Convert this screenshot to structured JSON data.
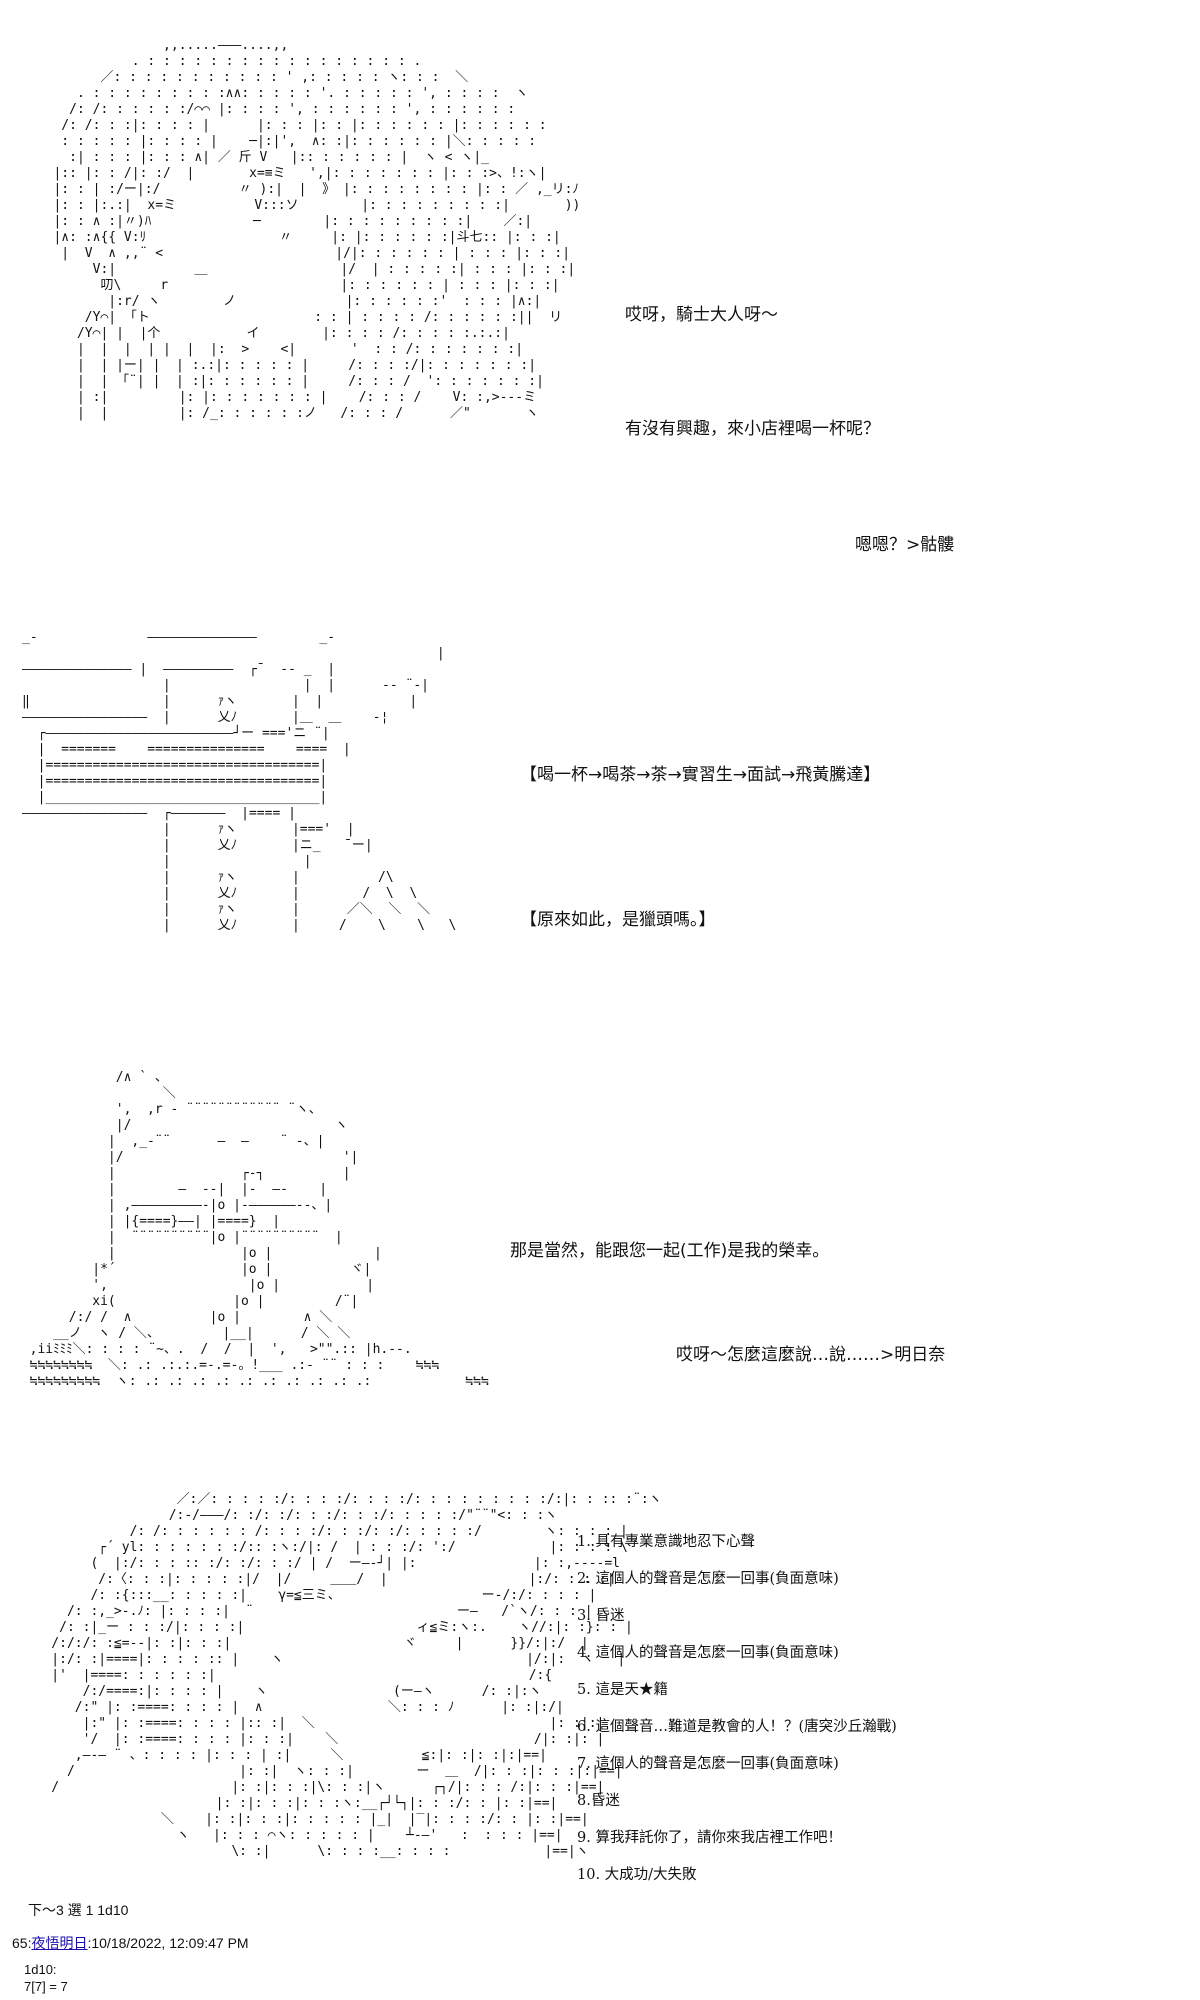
{
  "panel1": {
    "line1": "哎呀，騎士大人呀～",
    "line2": "有沒有興趣，來小店裡喝一杯呢？",
    "line3": "嗯嗯？>骷髏"
  },
  "panel2": {
    "line1": "【喝一杯→喝茶→茶→實習生→面試→飛黃騰達】",
    "line2": "【原來如此，是獵頭嗎。】"
  },
  "panel3": {
    "line1": "那是當然，能跟您一起(工作)是我的榮幸。",
    "line2": "哎呀～怎麼這麼說…說……>明日奈"
  },
  "options": [
    "1. 具有專業意識地忍下心聲",
    "2. 這個人的聲音是怎麼一回事(負面意味)",
    "3. 昏迷",
    "4. 這個人的聲音是怎麼一回事(負面意味)",
    "5. 這是天★籍",
    "6. 這個聲音…難道是教會的人！？(唐突沙丘瀚戰)",
    "7. 這個人的聲音是怎麼一回事(負面意味)",
    "8.昏迷",
    "9. 算我拜託你了，請你來我店裡工作吧！",
    "10. 大成功/大失敗"
  ],
  "footer": {
    "vote": "下～3 選 1 1d10",
    "post_number": "65:",
    "author": "夜悟明日",
    "datetime": ":10/18/2022, 12:09:47 PM",
    "roll_label": "1d10:",
    "roll_result": "7[7] = 7"
  }
}
